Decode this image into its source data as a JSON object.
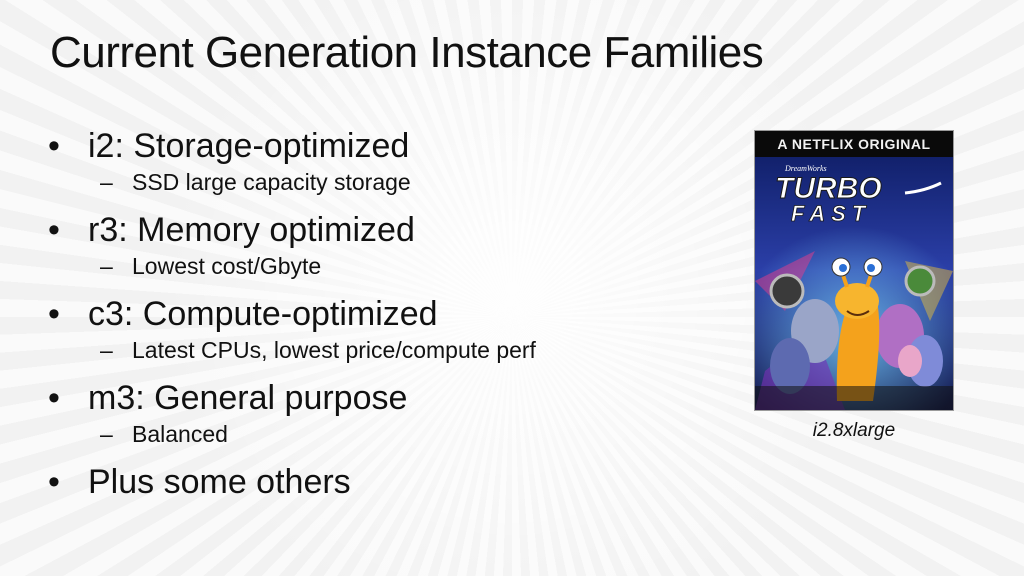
{
  "title": "Current Generation Instance Families",
  "bullets": [
    {
      "text": "i2: Storage-optimized",
      "sub": "SSD large capacity storage"
    },
    {
      "text": "r3: Memory optimized",
      "sub": "Lowest cost/Gbyte"
    },
    {
      "text": "c3: Compute-optimized",
      "sub": "Latest CPUs, lowest price/compute perf"
    },
    {
      "text": "m3: General purpose",
      "sub": "Balanced"
    },
    {
      "text": "Plus some others",
      "sub": null
    }
  ],
  "bullet_marker": "•",
  "sub_marker": "–",
  "poster": {
    "banner": "A NETFLIX ORIGINAL",
    "studio": "DreamWorks",
    "title_line1": "TURBO",
    "title_line2": "FAST"
  },
  "caption": "i2.8xlarge"
}
